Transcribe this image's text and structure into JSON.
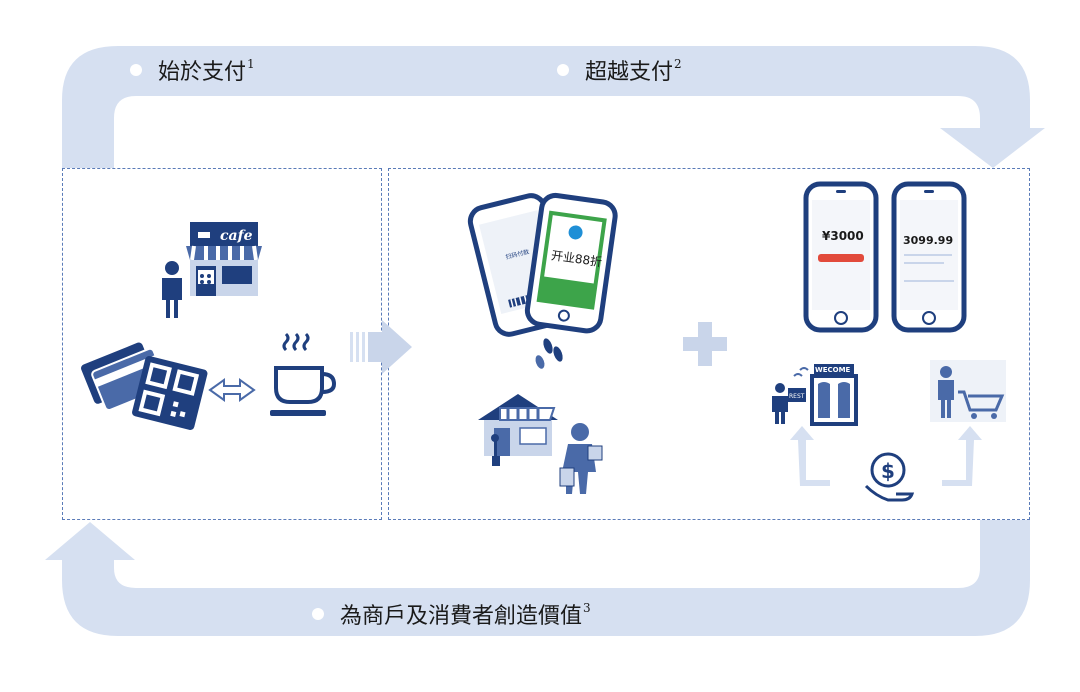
{
  "colors": {
    "loop_band": "#d6e0f1",
    "icon_blue": "#1f3f7e",
    "icon_mid": "#4a6aa8",
    "icon_light": "#c9d5ea",
    "dash": "#5a7bb8",
    "green": "#3da44a",
    "red": "#e24a3b"
  },
  "labels": {
    "top_left": {
      "text": "始於支付",
      "note": "1"
    },
    "top_right": {
      "text": "超越支付",
      "note": "2"
    },
    "bottom": {
      "text": "為商戶及消費者創造價值",
      "note": "3"
    }
  },
  "left_panel": {
    "shop_sign": "cafe",
    "icons": [
      "person-icon",
      "cafe-shop-icon",
      "payment-cards-icon",
      "qr-code-icon",
      "exchange-arrows-icon",
      "coffee-cup-icon"
    ]
  },
  "middle_panel": {
    "phone_left_text": "扫码付款",
    "phone_right_text": "开业88折",
    "icons": [
      "phone-barcode-icon",
      "phone-promo-icon",
      "footprints-icon",
      "store-icon",
      "shopper-icon"
    ]
  },
  "right_panel": {
    "phone_left_amount": "¥3000",
    "phone_right_amount": "3099.99",
    "welcome_sign": "WECOME",
    "rest_sign": "REST",
    "icons": [
      "phone-payment-icon",
      "phone-balance-icon",
      "welcome-door-icon",
      "cart-person-icon",
      "money-hand-icon"
    ]
  }
}
